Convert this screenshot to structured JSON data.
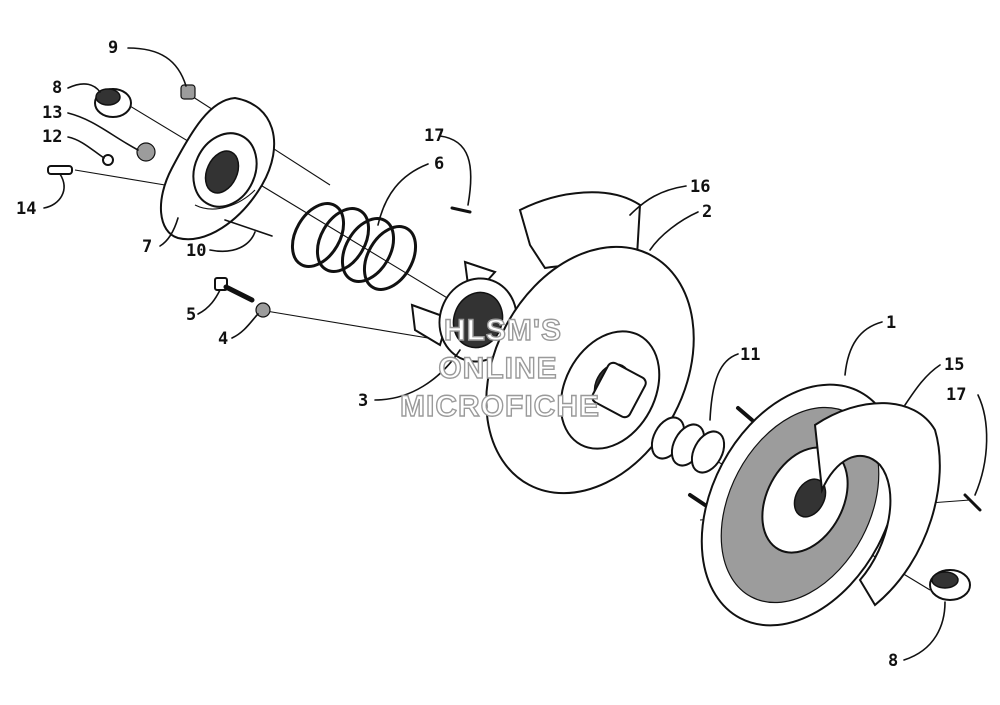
{
  "callouts": [
    {
      "id": "c9",
      "text": "9"
    },
    {
      "id": "c8a",
      "text": "8"
    },
    {
      "id": "c13",
      "text": "13"
    },
    {
      "id": "c12",
      "text": "12"
    },
    {
      "id": "c14",
      "text": "14"
    },
    {
      "id": "c7",
      "text": "7"
    },
    {
      "id": "c10",
      "text": "10"
    },
    {
      "id": "c5",
      "text": "5"
    },
    {
      "id": "c4",
      "text": "4"
    },
    {
      "id": "c17a",
      "text": "17"
    },
    {
      "id": "c6",
      "text": "6"
    },
    {
      "id": "c16",
      "text": "16"
    },
    {
      "id": "c2",
      "text": "2"
    },
    {
      "id": "c3",
      "text": "3"
    },
    {
      "id": "c11",
      "text": "11"
    },
    {
      "id": "c1",
      "text": "1"
    },
    {
      "id": "c15",
      "text": "15"
    },
    {
      "id": "c17b",
      "text": "17"
    },
    {
      "id": "c8b",
      "text": "8"
    }
  ],
  "watermark": {
    "line1": "HLSM'S",
    "line2": "ONLINE",
    "line3": "MICROFICHE"
  }
}
